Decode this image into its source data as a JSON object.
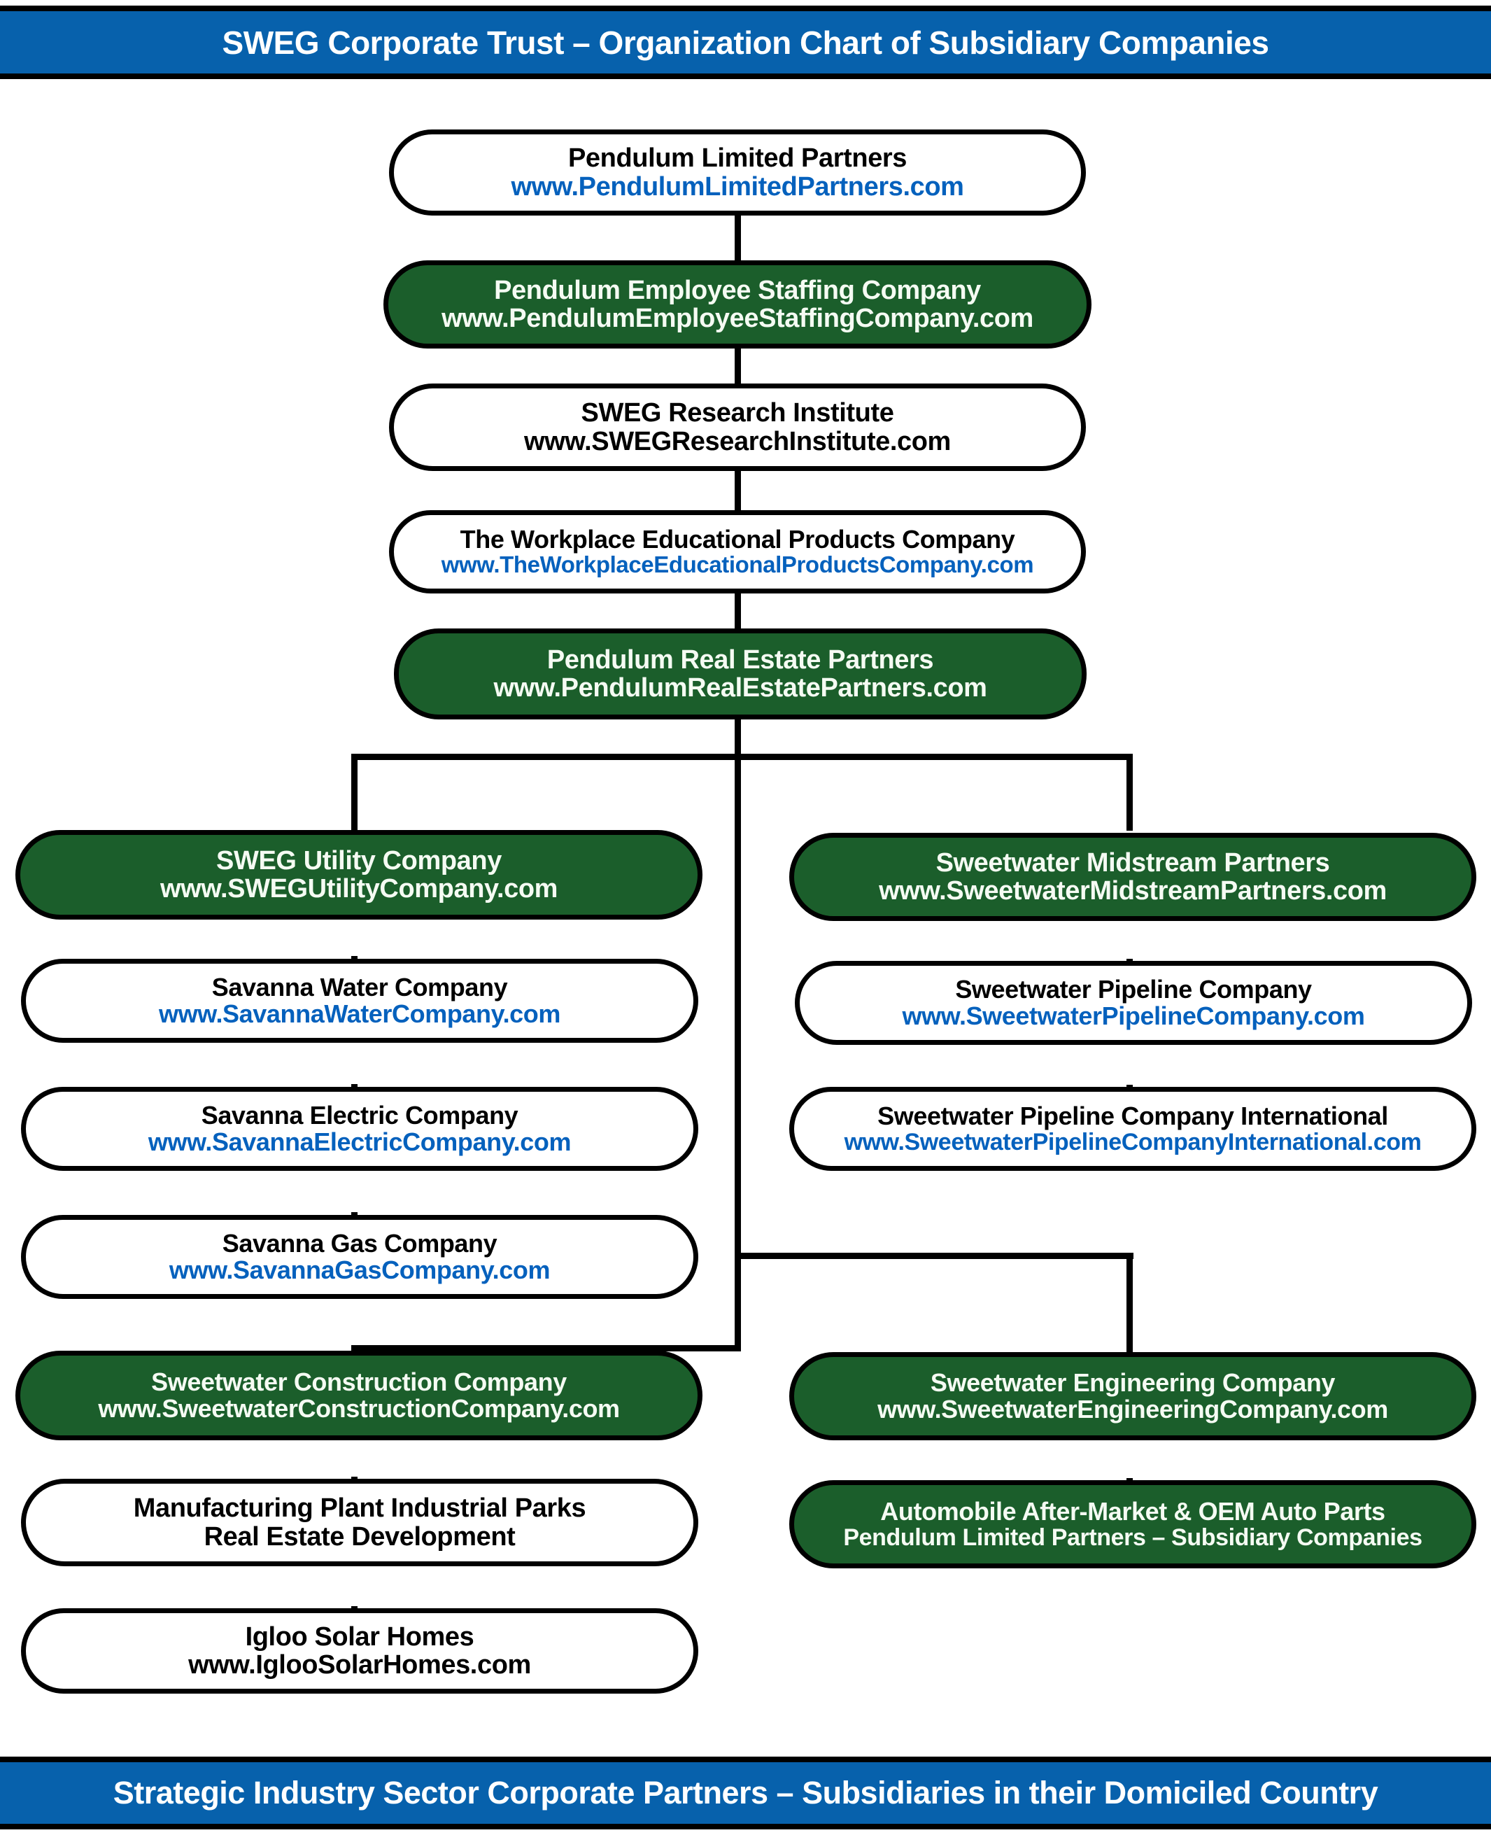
{
  "header": {
    "title": "SWEG Corporate Trust – Organization Chart of Subsidiary Companies",
    "background_color": "#0761AC",
    "text_color": "#FFFFFF"
  },
  "footer": {
    "title": "Strategic Industry Sector Corporate Partners – Subsidiaries in their Domiciled Country",
    "background_color": "#0761AC",
    "text_color": "#FFFFFF"
  },
  "theme": {
    "accent_blue": "#0761AC",
    "node_green": "#1B5E2B",
    "node_white": "#FFFFFF",
    "url_blue": "#0561BD",
    "outline_black": "#000000"
  },
  "chart_data": {
    "type": "diagram",
    "title": "SWEG Corporate Trust – Organization Chart of Subsidiary Companies",
    "subtitle": "Strategic Industry Sector Corporate Partners – Subsidiaries in their Domiciled Country",
    "nodes": [
      {
        "id": "n1",
        "name": "Pendulum Limited Partners",
        "url": "www.PendulumLimitedPartners.com",
        "fill": "white",
        "name_color": "#000000",
        "url_color": "#0561BD"
      },
      {
        "id": "n2",
        "name": "Pendulum Employee Staffing Company",
        "url": "www.PendulumEmployeeStaffingCompany.com",
        "fill": "green",
        "name_color": "#F5FBF3",
        "url_color": "#F5FBF3"
      },
      {
        "id": "n3",
        "name": "SWEG Research Institute",
        "url": "www.SWEGResearchInstitute.com",
        "fill": "white",
        "name_color": "#000000",
        "url_color": "#000000"
      },
      {
        "id": "n4",
        "name": "The Workplace Educational Products Company",
        "url": "www.TheWorkplaceEducationalProductsCompany.com",
        "fill": "white",
        "name_color": "#000000",
        "url_color": "#0561BD"
      },
      {
        "id": "n5",
        "name": "Pendulum Real Estate Partners",
        "url": "www.PendulumRealEstatePartners.com",
        "fill": "green",
        "name_color": "#F5FBF3",
        "url_color": "#F5FBF3"
      },
      {
        "id": "n6",
        "name": "SWEG Utility Company",
        "url": "www.SWEGUtilityCompany.com",
        "fill": "green",
        "name_color": "#F5FBF3",
        "url_color": "#F5FBF3"
      },
      {
        "id": "n7",
        "name": "Savanna Water Company",
        "url": "www.SavannaWaterCompany.com",
        "fill": "white",
        "name_color": "#000000",
        "url_color": "#0561BD"
      },
      {
        "id": "n8",
        "name": "Savanna Electric Company",
        "url": "www.SavannaElectricCompany.com",
        "fill": "white",
        "name_color": "#000000",
        "url_color": "#0561BD"
      },
      {
        "id": "n9",
        "name": "Savanna Gas Company",
        "url": "www.SavannaGasCompany.com",
        "fill": "white",
        "name_color": "#000000",
        "url_color": "#0561BD"
      },
      {
        "id": "n10",
        "name": "Sweetwater Construction Company",
        "url": "www.SweetwaterConstructionCompany.com",
        "fill": "green",
        "name_color": "#F5FBF3",
        "url_color": "#F5FBF3"
      },
      {
        "id": "n11",
        "name": "Manufacturing Plant Industrial Parks",
        "url": "Real Estate Development",
        "fill": "white",
        "name_color": "#000000",
        "url_color": "#000000"
      },
      {
        "id": "n12",
        "name": "Igloo Solar Homes",
        "url": "www.IglooSolarHomes.com",
        "fill": "white",
        "name_color": "#000000",
        "url_color": "#000000"
      },
      {
        "id": "n13",
        "name": "Sweetwater Midstream Partners",
        "url": "www.SweetwaterMidstreamPartners.com",
        "fill": "green",
        "name_color": "#F5FBF3",
        "url_color": "#F5FBF3"
      },
      {
        "id": "n14",
        "name": "Sweetwater Pipeline Company",
        "url": "www.SweetwaterPipelineCompany.com",
        "fill": "white",
        "name_color": "#000000",
        "url_color": "#0561BD"
      },
      {
        "id": "n15",
        "name": "Sweetwater Pipeline Company International",
        "url": "www.SweetwaterPipelineCompanyInternational.com",
        "fill": "white",
        "name_color": "#000000",
        "url_color": "#0561BD"
      },
      {
        "id": "n16",
        "name": "Sweetwater Engineering Company",
        "url": "www.SweetwaterEngineeringCompany.com",
        "fill": "green",
        "name_color": "#F5FBF3",
        "url_color": "#F5FBF3"
      },
      {
        "id": "n17",
        "name": "Automobile After-Market & OEM Auto Parts",
        "url": "Pendulum Limited Partners – Subsidiary Companies",
        "fill": "green",
        "name_color": "#F5FBF3",
        "url_color": "#F5FBF3"
      }
    ],
    "edges": [
      [
        "n1",
        "n2"
      ],
      [
        "n2",
        "n3"
      ],
      [
        "n3",
        "n4"
      ],
      [
        "n4",
        "n5"
      ],
      [
        "n5",
        "n6"
      ],
      [
        "n5",
        "n13"
      ],
      [
        "n6",
        "n7"
      ],
      [
        "n7",
        "n8"
      ],
      [
        "n8",
        "n9"
      ],
      [
        "n5",
        "n10"
      ],
      [
        "n10",
        "n11"
      ],
      [
        "n11",
        "n12"
      ],
      [
        "n13",
        "n14"
      ],
      [
        "n14",
        "n15"
      ],
      [
        "n5",
        "n16"
      ],
      [
        "n16",
        "n17"
      ]
    ]
  }
}
